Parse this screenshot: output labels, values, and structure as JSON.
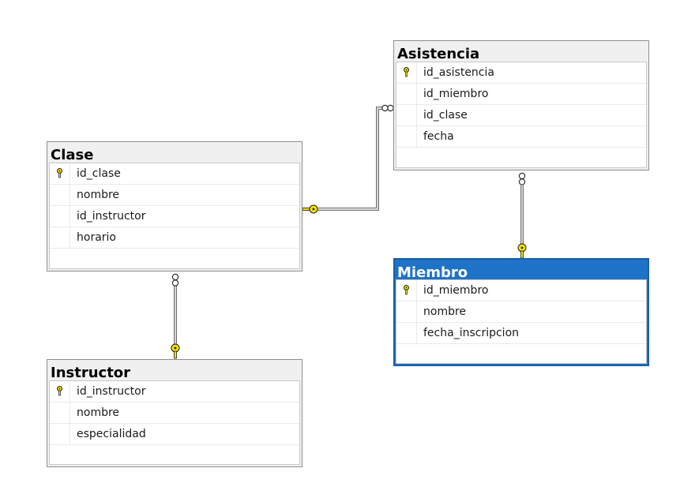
{
  "colors": {
    "title_bar": "#f0f0f0",
    "selected_title_bar": "#1e73c8",
    "key_icon": "#f3e200",
    "connector": "#707070"
  },
  "tables": [
    {
      "name": "Asistencia",
      "selected": false,
      "columns": [
        {
          "name": "id_asistencia",
          "primary_key": true
        },
        {
          "name": "id_miembro",
          "primary_key": false
        },
        {
          "name": "id_clase",
          "primary_key": false
        },
        {
          "name": "fecha",
          "primary_key": false
        }
      ]
    },
    {
      "name": "Clase",
      "selected": false,
      "columns": [
        {
          "name": "id_clase",
          "primary_key": true
        },
        {
          "name": "nombre",
          "primary_key": false
        },
        {
          "name": "id_instructor",
          "primary_key": false
        },
        {
          "name": "horario",
          "primary_key": false
        }
      ]
    },
    {
      "name": "Miembro",
      "selected": true,
      "columns": [
        {
          "name": "id_miembro",
          "primary_key": true
        },
        {
          "name": "nombre",
          "primary_key": false
        },
        {
          "name": "fecha_inscripcion",
          "primary_key": false
        }
      ]
    },
    {
      "name": "Instructor",
      "selected": false,
      "columns": [
        {
          "name": "id_instructor",
          "primary_key": true
        },
        {
          "name": "nombre",
          "primary_key": false
        },
        {
          "name": "especialidad",
          "primary_key": false
        }
      ]
    }
  ],
  "relationships": [
    {
      "from": "Asistencia",
      "to": "Clase",
      "from_end": "many",
      "to_end": "one"
    },
    {
      "from": "Asistencia",
      "to": "Miembro",
      "from_end": "many",
      "to_end": "one"
    },
    {
      "from": "Clase",
      "to": "Instructor",
      "from_end": "many",
      "to_end": "one"
    }
  ]
}
